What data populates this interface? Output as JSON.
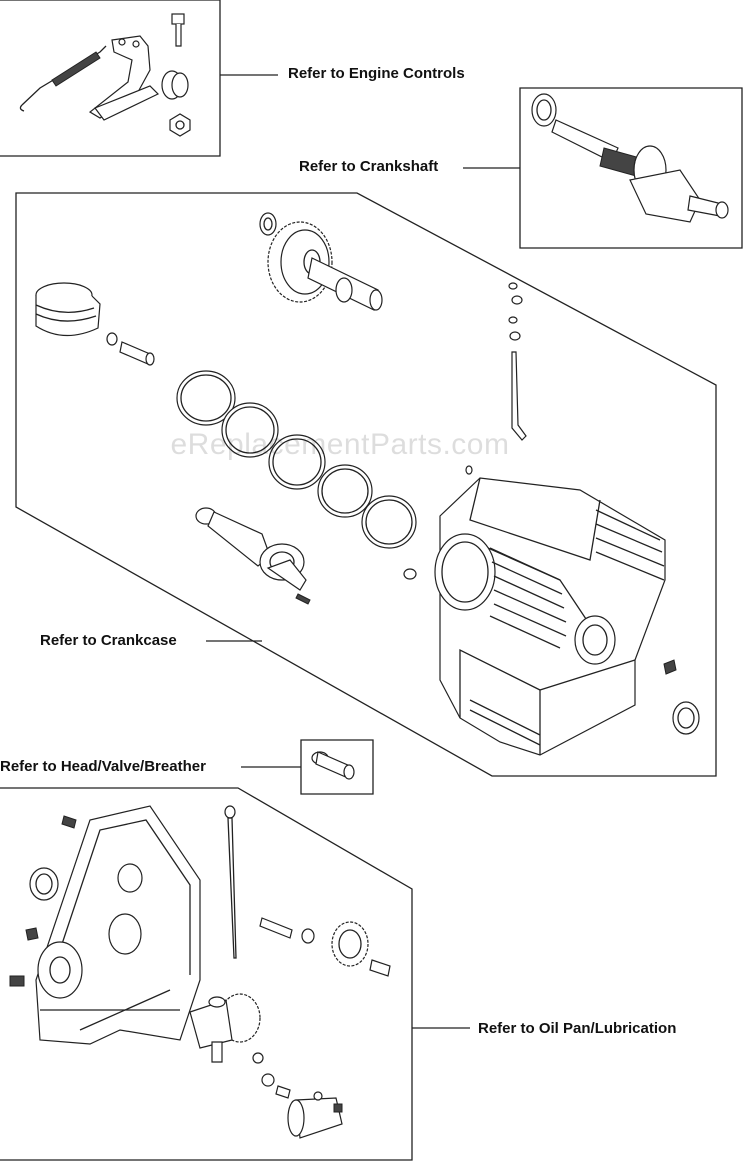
{
  "callouts": {
    "engine_controls": "Refer to Engine Controls",
    "crankshaft": "Refer to Crankshaft",
    "crankcase": "Refer to Crankcase",
    "head_valve_breather": "Refer to Head/Valve/Breather",
    "oil_pan": "Refer to Oil Pan/Lubrication"
  },
  "watermark": "eReplacementParts.com",
  "colors": {
    "line": "#222222",
    "background": "#ffffff"
  }
}
